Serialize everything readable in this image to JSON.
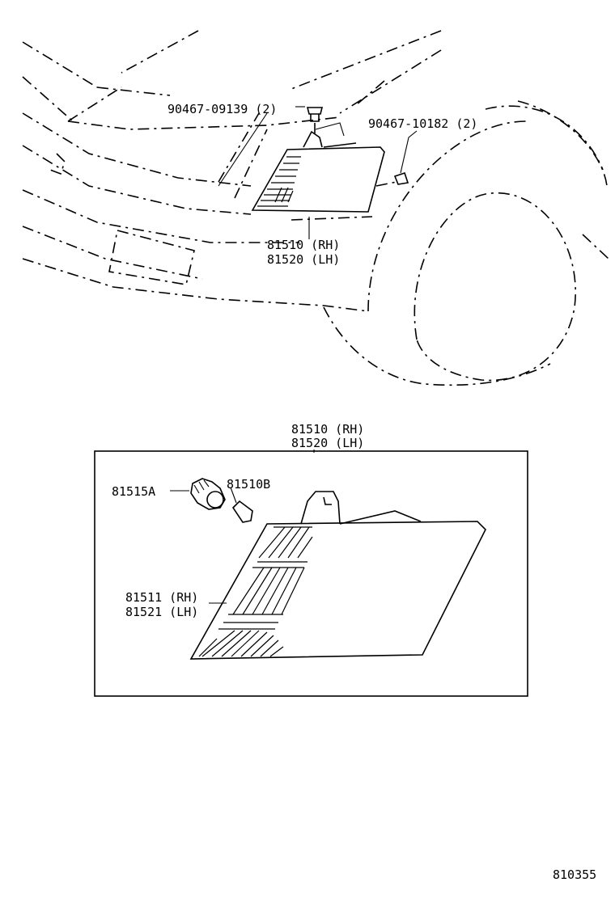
{
  "diagram": {
    "top_view": {
      "fastener_1": "90467-09139 (2)",
      "fastener_2": "90467-10182 (2)",
      "lamp_rh": "81510 (RH)",
      "lamp_lh": "81520 (LH)"
    },
    "detail_view": {
      "assembly_rh": "81510 (RH)",
      "assembly_lh": "81520 (LH)",
      "socket": "81515A",
      "bulb": "81510B",
      "lens_rh": "81511 (RH)",
      "lens_lh": "81521 (LH)"
    },
    "illustration_number": "810355"
  }
}
